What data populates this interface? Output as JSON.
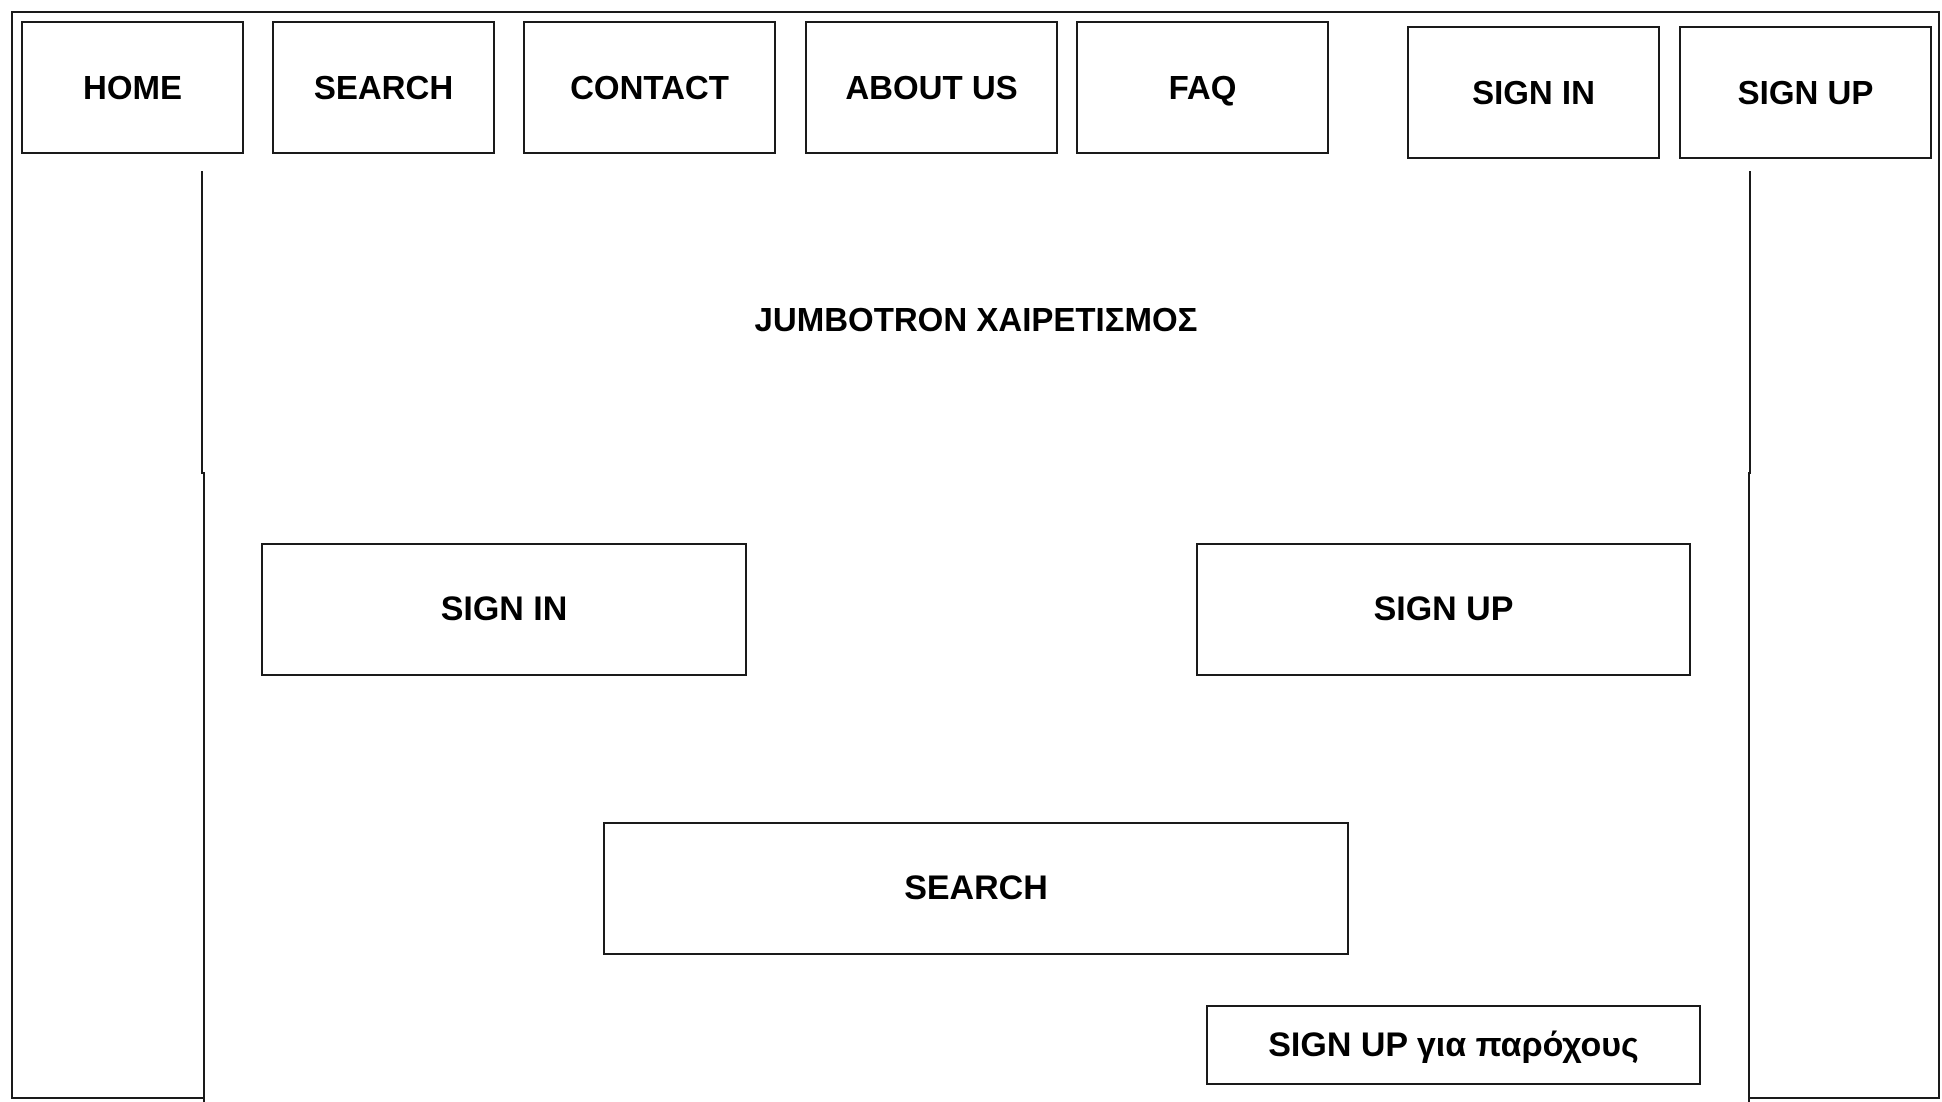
{
  "nav": {
    "home_label": "HOME",
    "search_label": "SEARCH",
    "contact_label": "CONTACT",
    "about_label": "ABOUT US",
    "faq_label": "FAQ",
    "signin_label": "SIGN IN",
    "signup_label": "SIGN UP"
  },
  "jumbotron": {
    "title": "JUMBOTRON ΧΑΙΡΕΤΙΣΜΟΣ"
  },
  "main": {
    "signin_label": "SIGN IN",
    "signup_label": "SIGN UP",
    "search_label": "SEARCH",
    "provider_signup_label": "SIGN UP για παρόχους"
  }
}
